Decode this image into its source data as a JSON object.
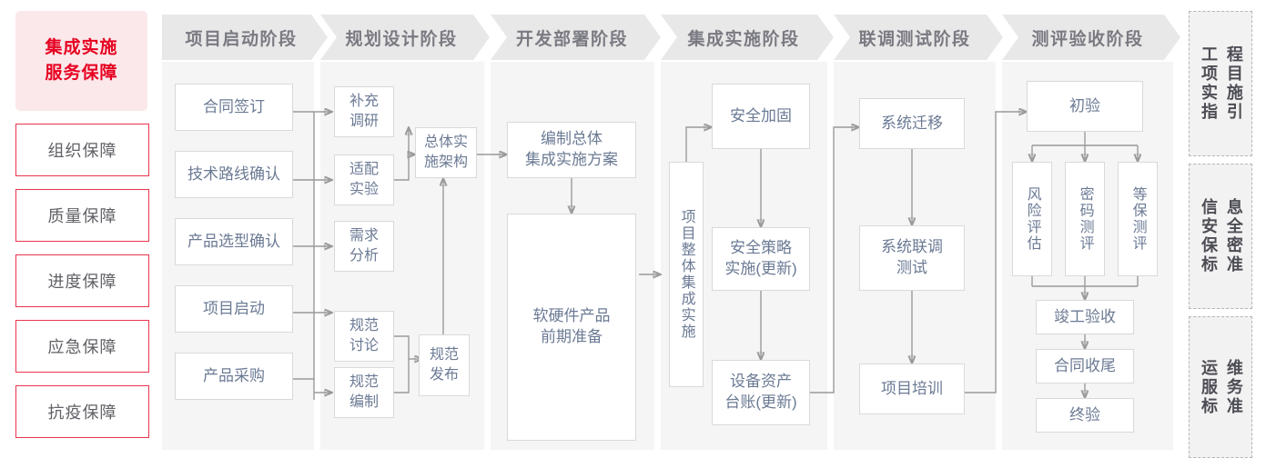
{
  "sidebar": {
    "title": "集成实施\n服务保障",
    "title_line1": "集成实施",
    "title_line2": "服务保障",
    "accent_color": "#e60020",
    "border_color": "#e8344e",
    "items": [
      {
        "label": "组织保障"
      },
      {
        "label": "质量保障"
      },
      {
        "label": "进度保障"
      },
      {
        "label": "应急保障"
      },
      {
        "label": "抗疫保障"
      }
    ]
  },
  "phases": [
    {
      "header": "项目启动阶段",
      "nodes": [
        {
          "label": "合同签订"
        },
        {
          "label": "技术路线确认"
        },
        {
          "label": "产品选型确认"
        },
        {
          "label": "项目启动"
        },
        {
          "label": "产品采购"
        }
      ]
    },
    {
      "header": "规划设计阶段",
      "nodes": [
        {
          "label": "补充\n调研",
          "l1": "补充",
          "l2": "调研"
        },
        {
          "label": "适配\n实验",
          "l1": "适配",
          "l2": "实验"
        },
        {
          "label": "需求\n分析",
          "l1": "需求",
          "l2": "分析"
        },
        {
          "label": "规范\n讨论",
          "l1": "规范",
          "l2": "讨论"
        },
        {
          "label": "规范\n编制",
          "l1": "规范",
          "l2": "编制"
        },
        {
          "label": "总体实\n施架构",
          "l1": "总体实",
          "l2": "施架构"
        },
        {
          "label": "规范\n发布",
          "l1": "规范",
          "l2": "发布"
        }
      ]
    },
    {
      "header": "开发部署阶段",
      "nodes": [
        {
          "label": "编制总体\n集成实施方案",
          "l1": "编制总体",
          "l2": "集成实施方案"
        },
        {
          "label": "软硬件产品\n前期准备",
          "l1": "软硬件产品",
          "l2": "前期准备"
        }
      ]
    },
    {
      "header": "集成实施阶段",
      "nodes": [
        {
          "label": "项目整体集成实施"
        },
        {
          "label": "安全加固"
        },
        {
          "label": "安全策略\n实施(更新)",
          "l1": "安全策略",
          "l2": "实施(更新)"
        },
        {
          "label": "设备资产\n台账(更新)",
          "l1": "设备资产",
          "l2": "台账(更新)"
        }
      ]
    },
    {
      "header": "联调测试阶段",
      "nodes": [
        {
          "label": "系统迁移"
        },
        {
          "label": "系统联调\n测试",
          "l1": "系统联调",
          "l2": "测试"
        },
        {
          "label": "项目培训"
        }
      ]
    },
    {
      "header": "测评验收阶段",
      "nodes": [
        {
          "label": "初验"
        },
        {
          "label": "风险评估"
        },
        {
          "label": "密码测评"
        },
        {
          "label": "等保测评"
        },
        {
          "label": "竣工验收"
        },
        {
          "label": "合同收尾"
        },
        {
          "label": "终验"
        }
      ]
    }
  ],
  "guidelines": [
    {
      "label": "工程项目实施指引",
      "col1": "程目施引",
      "col2": "工项实指"
    },
    {
      "label": "信息安全保密标准",
      "col1": "息全密准",
      "col2": "信安保标"
    },
    {
      "label": "运维服务标准",
      "col1": "维务准",
      "col2": "运服标"
    }
  ],
  "colors": {
    "header_band": "#e8e8e8",
    "header_text": "#7a7a82",
    "column_bg": "#f5f5f5",
    "node_border": "#d9d9d9",
    "node_text": "#6b7a94",
    "connector": "#9a9a9a",
    "guide_bg": "#f2f2f2",
    "guide_border": "#b4b4b4"
  }
}
